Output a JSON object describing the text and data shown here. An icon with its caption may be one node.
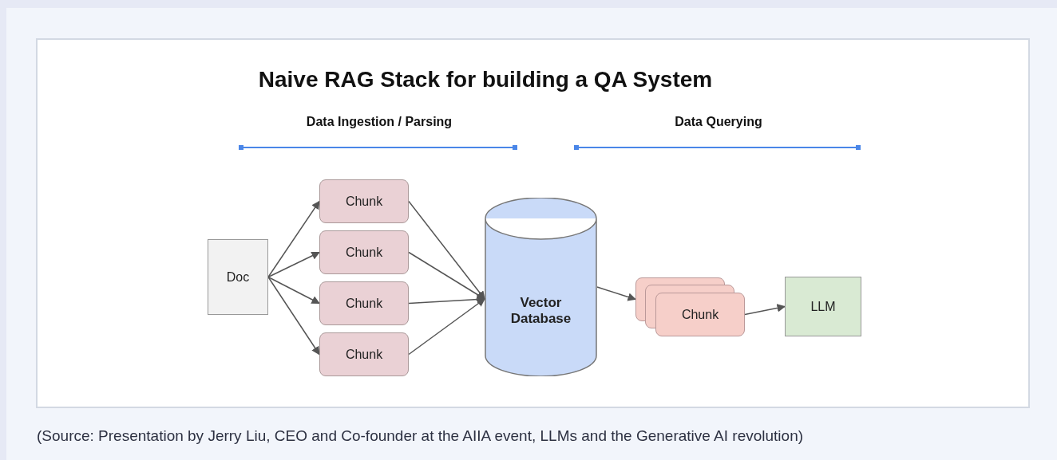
{
  "diagram": {
    "title": "Naive RAG Stack for building a QA System",
    "caption": "(Source: Presentation by Jerry Liu, CEO and Co-founder at the AIIA event, LLMs and the Generative AI revolution)",
    "nodes": [
      {
        "text": [
          "Doc"
        ]
      },
      {
        "text": [
          "Chunk"
        ]
      },
      {
        "text": [
          "Chunk"
        ]
      },
      {
        "text": [
          "Chunk"
        ]
      },
      {
        "text": [
          "Chunk"
        ]
      },
      {
        "text": [
          "Vector Database"
        ]
      },
      {
        "text": [
          "Chunk"
        ]
      },
      {
        "text": [
          "LLM"
        ]
      }
    ],
    "edges": [
      {
        "from": 0,
        "to": 1,
        "arrow": "to"
      },
      {
        "from": 0,
        "to": 2,
        "arrow": "to"
      },
      {
        "from": 0,
        "to": 3,
        "arrow": "to"
      },
      {
        "from": 0,
        "to": 4,
        "arrow": "to"
      },
      {
        "from": 1,
        "to": 5,
        "arrow": "to"
      },
      {
        "from": 2,
        "to": 5,
        "arrow": "to"
      },
      {
        "from": 3,
        "to": 5,
        "arrow": "to"
      },
      {
        "from": 4,
        "to": 5,
        "arrow": "to"
      },
      {
        "from": 5,
        "to": 6,
        "arrow": "to"
      },
      {
        "from": 6,
        "to": 7,
        "arrow": "to"
      }
    ],
    "labels": [
      "Data Ingestion / Parsing",
      "Data Querying"
    ]
  }
}
